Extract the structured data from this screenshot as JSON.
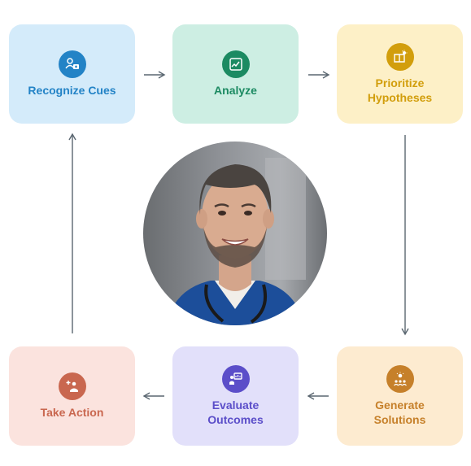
{
  "steps": {
    "recognize": {
      "label": "Recognize Cues",
      "icon": "patient-cues-icon",
      "color": "#2383c6"
    },
    "analyze": {
      "label": "Analyze",
      "icon": "chart-analysis-icon",
      "color": "#1c8a62"
    },
    "prioritize": {
      "label": "Prioritize\nHypotheses",
      "icon": "book-idea-icon",
      "color": "#d29e0c"
    },
    "generate": {
      "label": "Generate\nSolutions",
      "icon": "team-idea-icon",
      "color": "#c6802a"
    },
    "evaluate": {
      "label": "Evaluate\nOutcomes",
      "icon": "presentation-icon",
      "color": "#5b4ec9"
    },
    "action": {
      "label": "Take Action",
      "icon": "care-action-icon",
      "color": "#c9674f"
    }
  },
  "colors": {
    "arrow": "#5a6670"
  },
  "photo": {
    "subject": "smiling doctor portrait"
  }
}
